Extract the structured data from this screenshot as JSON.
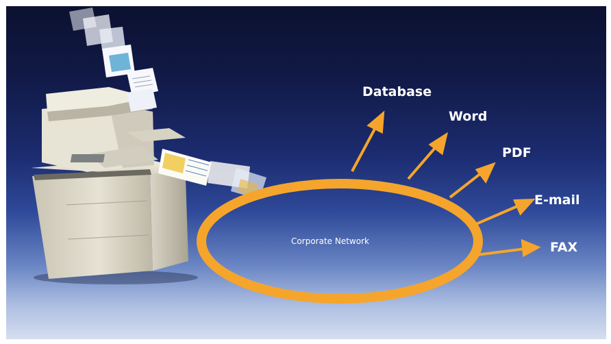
{
  "diagram": {
    "network_label": "Corporate Network",
    "destinations": [
      {
        "id": "database",
        "label": "Database"
      },
      {
        "id": "word",
        "label": "Word"
      },
      {
        "id": "pdf",
        "label": "PDF"
      },
      {
        "id": "email",
        "label": "E-mail"
      },
      {
        "id": "fax",
        "label": "FAX"
      }
    ]
  },
  "colors": {
    "ring": "#f5a52c",
    "arrow": "#f5a52c",
    "text": "#ffffff",
    "background_top": "#0c1130",
    "background_bottom": "#d6def0"
  }
}
